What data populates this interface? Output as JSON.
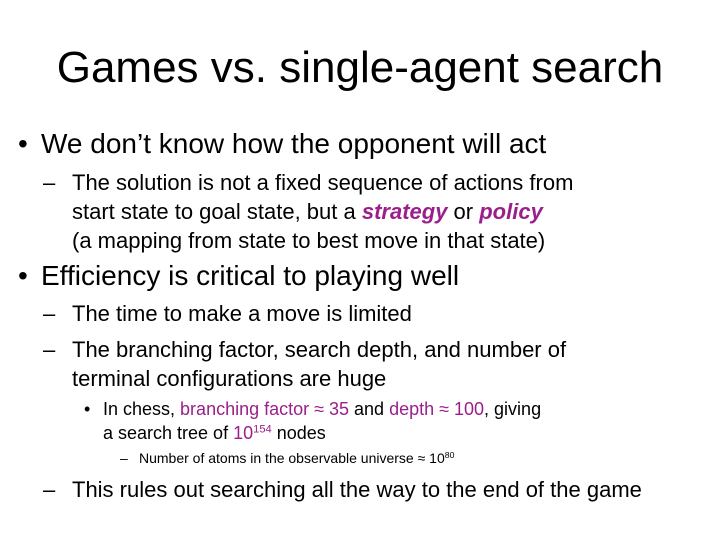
{
  "title": "Games vs. single-agent search",
  "accent_color": "#9b1f8a",
  "bullets": {
    "opponent": {
      "marker": "•",
      "text": "We don’t know how the opponent will act",
      "sub": {
        "marker": "–",
        "line1": "The solution is not a fixed sequence of actions from",
        "line2_pre": "start state to goal state, but a ",
        "line2_strategy": "strategy",
        "line2_or": " or ",
        "line2_policy": "policy",
        "line3": "(a mapping from state to best move in that state)"
      }
    },
    "efficiency": {
      "marker": "•",
      "text": "Efficiency is critical to playing well",
      "sub1": {
        "marker": "–",
        "text": "The time to make a move is limited"
      },
      "sub2": {
        "marker": "–",
        "line1": "The branching factor, search depth, and number of",
        "line2": "terminal configurations are huge",
        "chess": {
          "marker": "•",
          "pre": "In chess, ",
          "branching": "branching factor ≈ 35",
          "and": " and ",
          "depth": "depth ≈ 100",
          "post": ", giving",
          "line2_pre": "a search tree of ",
          "tree_base": "10",
          "tree_exp": "154",
          "line2_post": " nodes",
          "atoms": {
            "marker": "–",
            "text": "Number of atoms in the observable universe ≈ ",
            "base": "10",
            "exp": "80"
          }
        }
      },
      "sub3": {
        "marker": "–",
        "text": "This rules out searching all the way to the end of the game"
      }
    }
  }
}
